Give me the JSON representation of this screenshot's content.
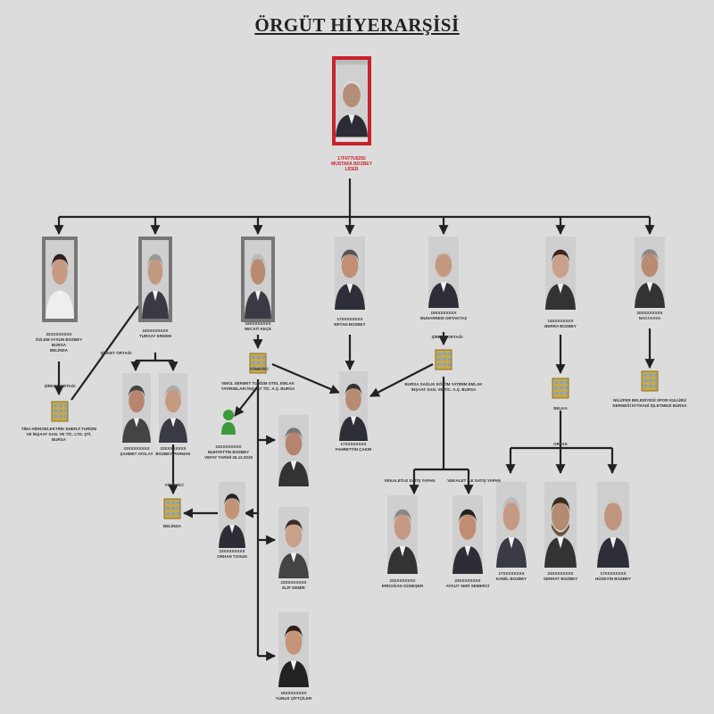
{
  "title": "ÖRGÜT HİYERARŞİSİ",
  "leader": {
    "line1": "17F077U0292",
    "line2": "MUSTAFA BOZBEY",
    "line3": "LİDER"
  },
  "people": [
    {
      "id": "p1",
      "lines": [
        "32XXXXXXXX",
        "ÖZLEM AYSUN BOZBEY",
        "BURSA",
        "BELİNDA"
      ]
    },
    {
      "id": "p2",
      "lines": [
        "24XXXXXXXX",
        "TURGAY ERDEM"
      ]
    },
    {
      "id": "p3",
      "lines": [
        "15XXXXXXXX",
        "NECATİ KEÇE"
      ]
    },
    {
      "id": "p4",
      "lines": [
        "17XXXXXXXX",
        "ERTAN BOZBEY"
      ]
    },
    {
      "id": "p5",
      "lines": [
        "19XXXXXXXX",
        "MUHARREM ORTAKTAŞ"
      ]
    },
    {
      "id": "p6",
      "lines": [
        "14XXXXXXXX",
        "BERRA BOZBEY"
      ]
    },
    {
      "id": "p7",
      "lines": [
        "20XXXXXXXX",
        "NACİ KAYA"
      ]
    },
    {
      "id": "p8",
      "lines": [
        "23XXXXXXXX",
        "ŞAHMET ATALAY"
      ]
    },
    {
      "id": "p9",
      "lines": [
        "23XXXXXXXX",
        "BOZBEY PARMAK"
      ]
    },
    {
      "id": "p10",
      "lines": [
        "23XXXXXXXX",
        "MUHYETTİN BOZBEY",
        "VEFAT TARİHİ 26.12.2019"
      ]
    },
    {
      "id": "p11",
      "lines": []
    },
    {
      "id": "p12",
      "lines": [
        "23XXXXXXXX",
        "ORHAN TOSUN"
      ]
    },
    {
      "id": "p13",
      "lines": [
        "23XXXXXXXX",
        "ELİF DEMİR"
      ]
    },
    {
      "id": "p14",
      "lines": [
        "15XXXXXXXX",
        "YUNUS ÇİFTÇİLER"
      ]
    },
    {
      "id": "p15",
      "lines": [
        "17XXXXXXXX",
        "FAHRETTİN ÇAKIR"
      ]
    },
    {
      "id": "p16",
      "lines": [
        "23XXXXXXXX",
        "ERDOĞAN GÜNEŞER"
      ]
    },
    {
      "id": "p17",
      "lines": [
        "23XXXXXXXX",
        "AYKUT SERİ SEMERCİ"
      ]
    },
    {
      "id": "p18",
      "lines": [
        "17XXXXXXXX",
        "KAMİL BOZBEY"
      ]
    },
    {
      "id": "p19",
      "lines": [
        "23XXXXXXXX",
        "SERHAT BOZBEY"
      ]
    },
    {
      "id": "p20",
      "lines": [
        "17XXXXXXXX",
        "HÜSEYİN BOZBEY"
      ]
    }
  ],
  "companies": [
    {
      "id": "c1",
      "text": "TİBA HİDROELEKTRİK ENERJİ TURİZM ve İNŞAAT SAN. VE TİC. LTD. ŞTİ. BURSA"
    },
    {
      "id": "c2",
      "text": "VEKİL SERMET TURİZM OTEL EMLAK YATIRIMLARI İNŞAAT TİC. A.Ş. BURSA"
    },
    {
      "id": "c3",
      "text": "BURSA SAĞLIK EĞİTİM YATIRIM EMLAK İNŞAAT SAN. VE TİC. A.Ş. BURSA"
    },
    {
      "id": "c4",
      "text": "BELİNDA"
    },
    {
      "id": "c5",
      "text": "NİLÜFER BELEDİYESİ SPOR KULÜBÜ DERNEĞİ İKTİSADİ İŞLETMESİ BURSA"
    },
    {
      "id": "c6",
      "text": "BELKA"
    }
  ],
  "relations": {
    "sirket_ortagi_1": "ŞİRKET ORTAĞI",
    "sirket_ortagi_2": "ŞİRKET ORTAĞI",
    "sirket_ortagi_3": "ŞİRKET ORTAĞI",
    "yonetici_1": "YÖNETİCİ",
    "yonetici_2": "YÖNETİCİ",
    "vekaleti_1": "VEKALETLE SATIŞ YAPAN",
    "vekaleti_2": "VEKALET İLE SATIŞ YAPAN",
    "ortak_3": "ORTAK"
  },
  "colors": {
    "leader_border": "#c8232c",
    "background": "#dcdcdc",
    "line": "#222222"
  }
}
